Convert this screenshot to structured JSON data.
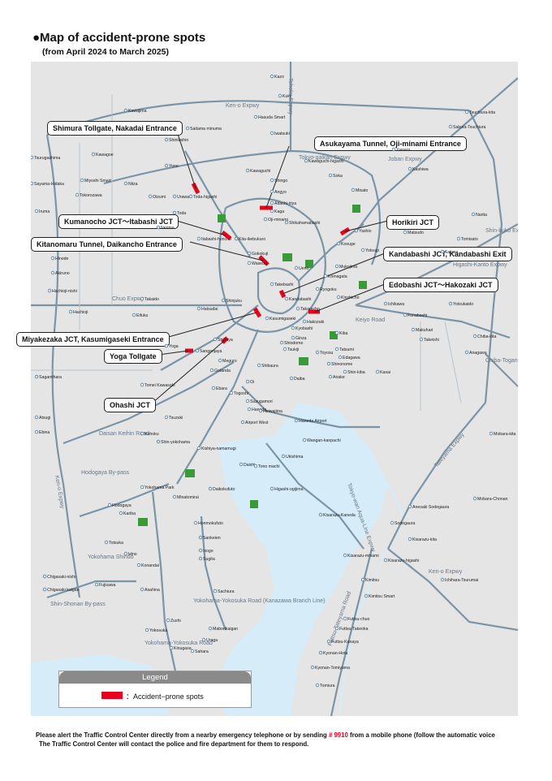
{
  "title": "●Map of accident-prone spots",
  "subtitle": "(from April 2024 to March 2025)",
  "colors": {
    "accident": "#e8001c",
    "water": "#d6ecf8",
    "land": "#e5e5e5",
    "route": "#7a94a8",
    "badge": "#3a9a3a"
  },
  "callouts": [
    {
      "id": "shimura",
      "label": "Shimura Tollgate, Nakadai Entrance"
    },
    {
      "id": "asukayama",
      "label": "Asukayama Tunnel, Oji-minami Entrance"
    },
    {
      "id": "kumanocho",
      "label": "Kumanocho JCT～Itabashi JCT"
    },
    {
      "id": "horikiri",
      "label": "Horikiri JCT"
    },
    {
      "id": "kitanomaru",
      "label": "Kitanomaru Tunnel, Daikancho Entrance"
    },
    {
      "id": "kandabashi",
      "label": "Kandabashi JCT, Kandabashi Exit"
    },
    {
      "id": "edobashi",
      "label": "Edobashi JCT～Hakozaki JCT"
    },
    {
      "id": "miyakezaka",
      "label": "Miyakezaka JCT, Kasumigaseki Entrance"
    },
    {
      "id": "yoga",
      "label": "Yoga Tollgate"
    },
    {
      "id": "ohashi",
      "label": "Ohashi JCT"
    }
  ],
  "route_labels": [
    {
      "id": "kenoe",
      "label": "Ken-o Expwy"
    },
    {
      "id": "tokyogaikan",
      "label": "Tokyo-gaikan Expwy"
    },
    {
      "id": "joban",
      "label": "Joban Expwy"
    },
    {
      "id": "tohoku",
      "label": "Tohoku Expwy"
    },
    {
      "id": "chuo",
      "label": "Chuo Expwy"
    },
    {
      "id": "higashikanto",
      "label": "Higashi-Kanto Expwy"
    },
    {
      "id": "keiyo",
      "label": "Keiyo Road"
    },
    {
      "id": "shinkuko",
      "label": "Shin-kuko Expwy"
    },
    {
      "id": "chibatogane",
      "label": "Chiba-Togane Road"
    },
    {
      "id": "tateyama",
      "label": "Tateyama Expwy"
    },
    {
      "id": "kenoe2",
      "label": "Ken-o Expwy"
    },
    {
      "id": "aqualine",
      "label": "Tokyo-wan Aqua-Line Expwy"
    },
    {
      "id": "futtsu",
      "label": "Futtsu-Tateyama Road"
    },
    {
      "id": "yokoyoko",
      "label": "Yokohama-Yokosuka Road"
    },
    {
      "id": "kanazawa",
      "label": "Yokohama-Yokosuka Road (Kanazawa Branch Line)"
    },
    {
      "id": "shinshonan",
      "label": "Shin-Shonan By-pass"
    },
    {
      "id": "hodogaya",
      "label": "Hodogaya By-pass"
    },
    {
      "id": "daisan",
      "label": "Daisan Keihin Road"
    },
    {
      "id": "yokoshindo",
      "label": "Yokohama Shindo"
    },
    {
      "id": "kenoe3",
      "label": "Ken-o Expwy"
    }
  ],
  "places": [
    {
      "id": "kuki",
      "label": "Kuki"
    },
    {
      "id": "kazo",
      "label": "Kazo"
    },
    {
      "id": "kawajima",
      "label": "Kawajima"
    },
    {
      "id": "tsuchiura",
      "label": "Tsuchiura-kita"
    },
    {
      "id": "sakuratsuchiura",
      "label": "Sakura-Tsuchiura"
    },
    {
      "id": "hasudasmart",
      "label": "Hasuda Smart"
    },
    {
      "id": "iwatsuki",
      "label": "Iwatsuki"
    },
    {
      "id": "kawaguchi",
      "label": "Kawaguchi"
    },
    {
      "id": "misato",
      "label": "Misato"
    },
    {
      "id": "kashiwa",
      "label": "Kashiwa"
    },
    {
      "id": "yawara",
      "label": "Yawara"
    },
    {
      "id": "yashio",
      "label": "Yashio"
    },
    {
      "id": "matsudo",
      "label": "Matsudo"
    },
    {
      "id": "narita",
      "label": "Narita"
    },
    {
      "id": "tomisato",
      "label": "Tomisato"
    },
    {
      "id": "sakura",
      "label": "Sakura"
    },
    {
      "id": "yotsukaido",
      "label": "Yotsukaido"
    },
    {
      "id": "chibakita",
      "label": "Chiba-kita"
    },
    {
      "id": "anagawa",
      "label": "Anagawa"
    },
    {
      "id": "funabashi",
      "label": "Funabashi"
    },
    {
      "id": "ichikawa",
      "label": "Ichikawa"
    },
    {
      "id": "makuhari",
      "label": "Makuhari"
    },
    {
      "id": "takeishi",
      "label": "Takeishi"
    },
    {
      "id": "mobara",
      "label": "Mobara-kita"
    },
    {
      "id": "mobarachonan",
      "label": "Mobara-Chonan"
    },
    {
      "id": "anesaki",
      "label": "Anesaki Sodegaura"
    },
    {
      "id": "kisarazukita",
      "label": "Kisarazu-kita"
    },
    {
      "id": "kisarazukaneda",
      "label": "Kisarazu-Kaneda"
    },
    {
      "id": "kisarazuminami",
      "label": "Kisarazu-minami"
    },
    {
      "id": "kisarazuhigashi",
      "label": "Kisarazu-higashi"
    },
    {
      "id": "ichiharatsurumai",
      "label": "Ichihara-Tsurumai"
    },
    {
      "id": "kimitsu",
      "label": "Kimitsu"
    },
    {
      "id": "kimitsusmart",
      "label": "Kimitsu Smart"
    },
    {
      "id": "futtsuchuo",
      "label": "Futtsu-chuo"
    },
    {
      "id": "futtsutakeoka",
      "label": "Futtsu-Takeoka"
    },
    {
      "id": "futtsukanaya",
      "label": "Futtsu-Kanaya"
    },
    {
      "id": "kyonanhota",
      "label": "Kyonan-Hota"
    },
    {
      "id": "kyonantomiyama",
      "label": "Kyonan-Tomiyama"
    },
    {
      "id": "tomiura",
      "label": "Tomiura"
    },
    {
      "id": "sodegaura",
      "label": "Sodegaura"
    },
    {
      "id": "haneda",
      "label": "Haneda"
    },
    {
      "id": "hanedaairport",
      "label": "Haneda Airport"
    },
    {
      "id": "airportwest",
      "label": "Airport West"
    },
    {
      "id": "ukishima",
      "label": "Ukishima"
    },
    {
      "id": "wangan",
      "label": "Wangan-kanpachi"
    },
    {
      "id": "higashiogijima",
      "label": "Higashi-ogijima"
    },
    {
      "id": "daikokufuto",
      "label": "Daikokufuto"
    },
    {
      "id": "yokohamapark",
      "label": "Yokohama Park"
    },
    {
      "id": "minatomirai",
      "label": "Minatomirai"
    },
    {
      "id": "honmoku",
      "label": "Honmokufuto"
    },
    {
      "id": "sankeien",
      "label": "Sankeien"
    },
    {
      "id": "isogo",
      "label": "Isogo"
    },
    {
      "id": "sugita",
      "label": "Sugita"
    },
    {
      "id": "sachiura",
      "label": "Sachiura"
    },
    {
      "id": "asahina",
      "label": "Asahina"
    },
    {
      "id": "zushi",
      "label": "Zushi"
    },
    {
      "id": "yokosuka",
      "label": "Yokosuka"
    },
    {
      "id": "maborikaigan",
      "label": "Maborikaigan"
    },
    {
      "id": "uraga",
      "label": "Uraga"
    },
    {
      "id": "kinugasa",
      "label": "Kinugasa"
    },
    {
      "id": "sahara",
      "label": "Sahara"
    },
    {
      "id": "fujisawa",
      "label": "Fujisawa"
    },
    {
      "id": "chigasakinishi",
      "label": "Chigasaki-nishi"
    },
    {
      "id": "chigasakikaigan",
      "label": "Chigasaki kaigan"
    },
    {
      "id": "totsuka",
      "label": "Totsuka"
    },
    {
      "id": "konandai",
      "label": "Konandai"
    },
    {
      "id": "hino",
      "label": "Hino"
    },
    {
      "id": "kariba",
      "label": "Kariba"
    },
    {
      "id": "hodogaya",
      "label": "Hodogaya"
    },
    {
      "id": "tsuzuki",
      "label": "Tsuzuki"
    },
    {
      "id": "kohoku",
      "label": "Kohoku"
    },
    {
      "id": "shinyokohama",
      "label": "Shin-yokohama"
    },
    {
      "id": "kishiya",
      "label": "Kishiya-namamugi"
    },
    {
      "id": "daishi",
      "label": "Daishi"
    },
    {
      "id": "tonomachi",
      "label": "Tono machi"
    },
    {
      "id": "sagamihara",
      "label": "Sagamihara"
    },
    {
      "id": "atsugi",
      "label": "Atsugi"
    },
    {
      "id": "ebina",
      "label": "Ebina"
    },
    {
      "id": "tomei",
      "label": "Tomei Kawasaki"
    },
    {
      "id": "hachioji",
      "label": "Hachioji"
    },
    {
      "id": "hachiojinishi",
      "label": "Hachioji-nishi"
    },
    {
      "id": "akiruno",
      "label": "Akiruno"
    },
    {
      "id": "hinode",
      "label": "Hinode"
    },
    {
      "id": "iruma",
      "label": "Iruma"
    },
    {
      "id": "sayama",
      "label": "Sayama-Hidaka"
    },
    {
      "id": "tsurugashima",
      "label": "Tsurugashima"
    },
    {
      "id": "kawagoe",
      "label": "Kawagoe"
    },
    {
      "id": "miyoshi",
      "label": "Miyoshi Smart"
    },
    {
      "id": "tokorozawa",
      "label": "Tokorozawa"
    },
    {
      "id": "niiza",
      "label": "Niiza"
    },
    {
      "id": "oizumi",
      "label": "Oizumi"
    },
    {
      "id": "nerima",
      "label": "Nerima"
    },
    {
      "id": "takaido",
      "label": "Takaido"
    },
    {
      "id": "eifuku",
      "label": "Eifuku"
    },
    {
      "id": "hatsudai",
      "label": "Hatsudai"
    },
    {
      "id": "shinjuku",
      "label": "Shinjuku"
    },
    {
      "id": "shibuya",
      "label": "Shibuya"
    },
    {
      "id": "yoga",
      "label": "Yoga"
    },
    {
      "id": "sangenjaya",
      "label": "Sangenjaya"
    },
    {
      "id": "meguro",
      "label": "Meguro"
    },
    {
      "id": "gotanda",
      "label": "Gotanda"
    },
    {
      "id": "ebara",
      "label": "Ebara"
    },
    {
      "id": "togoshi",
      "label": "Togoshi"
    },
    {
      "id": "oi",
      "label": "Oi"
    },
    {
      "id": "heiwajima",
      "label": "Heiwajima"
    },
    {
      "id": "suzugamori",
      "label": "Suzugamori"
    },
    {
      "id": "shibaura",
      "label": "Shibaura"
    },
    {
      "id": "shiodome",
      "label": "Shiodome"
    },
    {
      "id": "kyobashi",
      "label": "Kyobashi"
    },
    {
      "id": "ginza",
      "label": "Ginza"
    },
    {
      "id": "tsukiji",
      "label": "Tsukiji"
    },
    {
      "id": "kiba",
      "label": "Kiba"
    },
    {
      "id": "shinonome",
      "label": "Shinonome"
    },
    {
      "id": "ariake",
      "label": "Ariake"
    },
    {
      "id": "daiba",
      "label": "Daiba"
    },
    {
      "id": "tatsumi",
      "label": "Tatsumi"
    },
    {
      "id": "shinkiba",
      "label": "Shin-kiba"
    },
    {
      "id": "kasai",
      "label": "Kasai"
    },
    {
      "id": "hakozaki",
      "label": "Hakozaki"
    },
    {
      "id": "ryogoku",
      "label": "Ryogoku"
    },
    {
      "id": "komagata",
      "label": "Komagata"
    },
    {
      "id": "mukojima",
      "label": "Mukojima"
    },
    {
      "id": "yotsugi",
      "label": "Yotsugi"
    },
    {
      "id": "kinshicho",
      "label": "Kinshicho"
    },
    {
      "id": "ueno",
      "label": "Ueno"
    },
    {
      "id": "ikebukuro",
      "label": "Kita-ikebukuro"
    },
    {
      "id": "gokokuji",
      "label": "Gokokuji"
    },
    {
      "id": "waseda",
      "label": "Waseda"
    },
    {
      "id": "takebashi",
      "label": "Takebashi"
    },
    {
      "id": "kasumigaseki",
      "label": "Kasumigaseki"
    },
    {
      "id": "kandabashi",
      "label": "Kandabashi"
    },
    {
      "id": "takarocho",
      "label": "Takaracho"
    },
    {
      "id": "toyosu",
      "label": "Toyosu"
    },
    {
      "id": "edagawa",
      "label": "Edagawa"
    },
    {
      "id": "ojiminami",
      "label": "Oji-minami"
    },
    {
      "id": "itabashi",
      "label": "Itabashi-honcho"
    },
    {
      "id": "todahigashi",
      "label": "Toda-higashi"
    },
    {
      "id": "toda",
      "label": "Toda"
    },
    {
      "id": "urawa",
      "label": "Urawa"
    },
    {
      "id": "saitama",
      "label": "Saitama minuma"
    },
    {
      "id": "yono",
      "label": "Yono"
    },
    {
      "id": "shintoshin",
      "label": "Shintoshin"
    },
    {
      "id": "shinsato",
      "label": "Shingo"
    },
    {
      "id": "angyo",
      "label": "Angyo"
    },
    {
      "id": "kaga",
      "label": "Kaga"
    },
    {
      "id": "adachi",
      "label": "Adachi-iriya"
    },
    {
      "id": "higashikoiwa",
      "label": "Shikahamabashi"
    },
    {
      "id": "kawaguchihigashi",
      "label": "Kawaguchi-higashi"
    },
    {
      "id": "soka",
      "label": "Soka"
    },
    {
      "id": "kaidori",
      "label": "Kosuge"
    }
  ],
  "legend": {
    "title": "Legend",
    "item_label": "：Accident−prone spots"
  },
  "footer": {
    "line1_a": "Please alert the Traffic Control Center directly from a nearby emergency telephone or by sending",
    "number": "# 9910",
    "line1_b": "from a mobile phone (follow the automatic voice",
    "line2": "The Traffic Control Center will contact the police and fire department for them to respond."
  }
}
